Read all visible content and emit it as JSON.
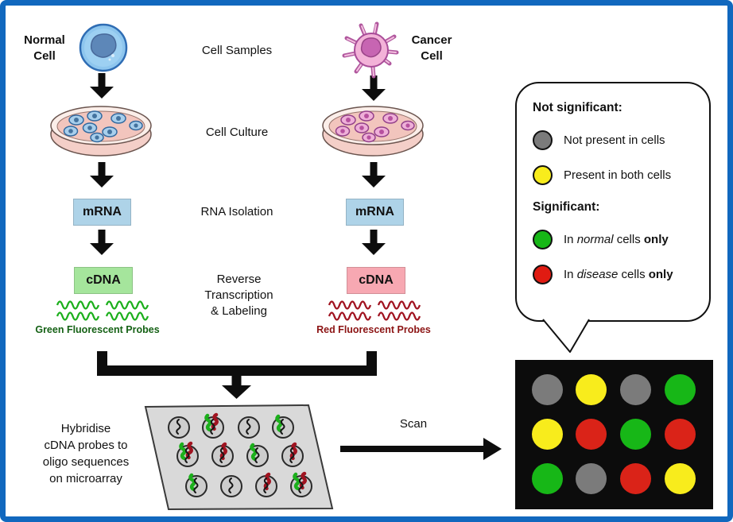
{
  "branches": {
    "normal": {
      "cell_label": "Normal\nCell",
      "mrna_label": "mRNA",
      "cdna_label": "cDNA",
      "probes_label": "Green Fluorescent Probes"
    },
    "cancer": {
      "cell_label": "Cancer\nCell",
      "mrna_label": "mRNA",
      "cdna_label": "cDNA",
      "probes_label": "Red Fluorescent Probes"
    }
  },
  "steps": {
    "samples": "Cell Samples",
    "culture": "Cell Culture",
    "isolation": "RNA Isolation",
    "reverse": "Reverse\nTranscription\n& Labeling"
  },
  "hybridise_label": "Hybridise\ncDNA probes to\noligo sequences\non microarray",
  "scan_label": "Scan",
  "legend": {
    "sections": [
      {
        "header": "Not significant:",
        "items": [
          {
            "color": "#7b7b7b",
            "parts": [
              {
                "t": "Not present in cells"
              }
            ]
          },
          {
            "color": "#f8ec1c",
            "parts": [
              {
                "t": "Present in both cells"
              }
            ]
          }
        ]
      },
      {
        "header": "Significant:",
        "items": [
          {
            "color": "#17b717",
            "parts": [
              {
                "t": "In "
              },
              {
                "t": "normal",
                "em": true
              },
              {
                "t": " cells "
              },
              {
                "t": "only",
                "b": true
              }
            ]
          },
          {
            "color": "#e01b12",
            "parts": [
              {
                "t": "In "
              },
              {
                "t": "disease",
                "em": true
              },
              {
                "t": " cells "
              },
              {
                "t": "only",
                "b": true
              }
            ]
          }
        ]
      }
    ]
  },
  "colors": {
    "gray": "#7b7b7b",
    "yellow": "#f8ec1c",
    "green": "#17b717",
    "red": "#da2318",
    "black": "#161616",
    "mrna_bg": "#aed3e8",
    "cdna_normal_bg": "#a5e59c",
    "cdna_cancer_bg": "#f7a8b2",
    "probe_green": "#1caf1c",
    "probe_red": "#a01320",
    "probes_text_green": "#156115",
    "probes_text_red": "#8c1414",
    "frame_blue": "#1168be"
  },
  "microarray_spots": [
    [
      "black",
      "greenred",
      "black",
      "green"
    ],
    [
      "greenred",
      "red",
      "green",
      "red"
    ],
    [
      "green",
      "black",
      "red",
      "greenred"
    ]
  ],
  "scan_grid": [
    [
      "gray",
      "yellow",
      "gray",
      "green"
    ],
    [
      "yellow",
      "red",
      "green",
      "red"
    ],
    [
      "green",
      "gray",
      "red",
      "yellow"
    ]
  ]
}
